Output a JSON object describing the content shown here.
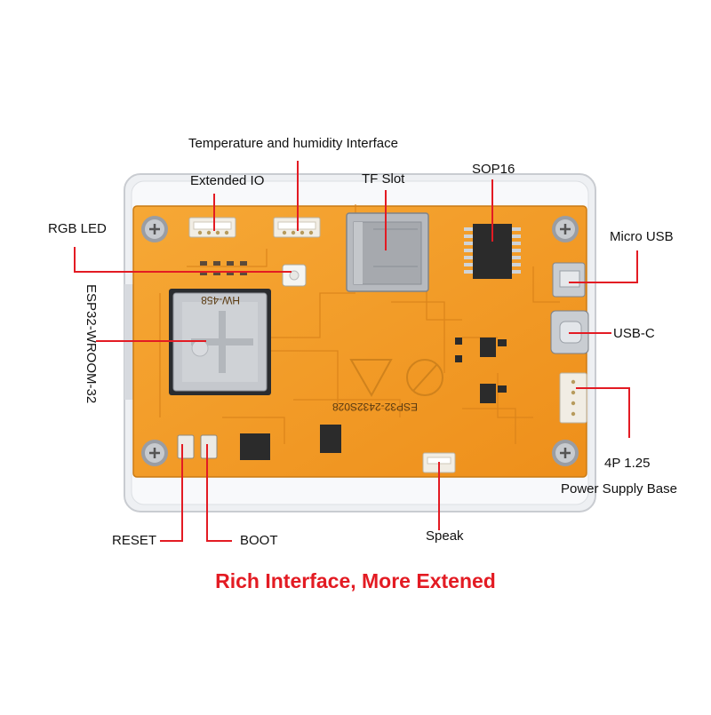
{
  "labels": {
    "temp_humidity": "Temperature and humidity Interface",
    "extended_io": "Extended IO",
    "tf_slot": "TF Slot",
    "sop16": "SOP16",
    "rgb_led": "RGB LED",
    "micro_usb": "Micro USB",
    "usb_c": "USB-C",
    "esp32_module": "ESP32-WROOM-32",
    "power_4p": "4P 1.25",
    "power_base": "Power Supply Base",
    "reset": "RESET",
    "boot": "BOOT",
    "speak": "Speak"
  },
  "board_text": {
    "model": "HW-458",
    "pcb_id": "ESP32-2432S028"
  },
  "headline": "Rich Interface, More Extened",
  "colors": {
    "pcb": "#f29a24",
    "pointer": "#e31b23",
    "headline": "#e31b23"
  }
}
